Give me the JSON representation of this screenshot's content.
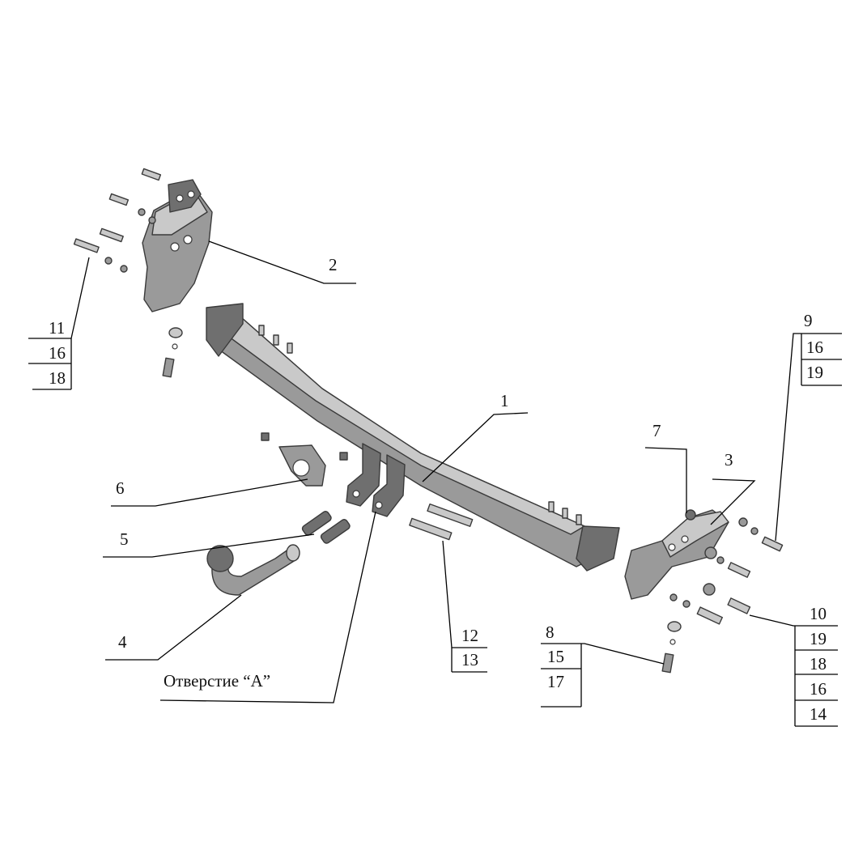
{
  "callouts": {
    "c1": "1",
    "c2": "2",
    "c3": "3",
    "c4": "4",
    "c5": "5",
    "c6": "6",
    "c7": "7",
    "c8": "8",
    "c9": "9",
    "c10": "10",
    "c11": "11",
    "c12": "12",
    "c13": "13",
    "c14": "14",
    "c15": "15",
    "c16": "16",
    "c17": "17",
    "c18": "18",
    "c19": "19"
  },
  "hole_label": "Отверстие “А”",
  "colors": {
    "metal_dark": "#6f6f6f",
    "metal_mid": "#9a9a9a",
    "metal_light": "#c9c9c9",
    "line": "#000000"
  }
}
